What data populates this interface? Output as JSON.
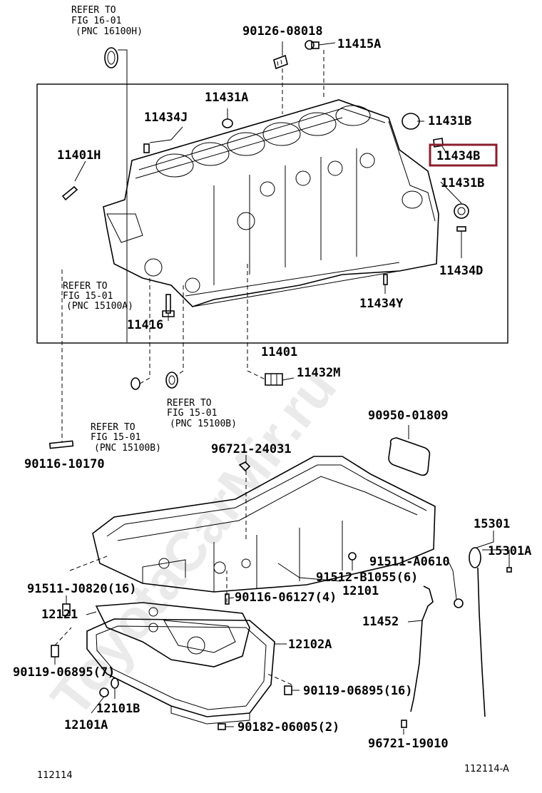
{
  "watermark": "ToyotaCarMir.ru",
  "highlight_color": "#8b1e2d",
  "figure_code_left": "112114",
  "figure_code_right": "112114-A",
  "labels": {
    "refer_16_01": [
      "REFER TO",
      "FIG 16-01",
      "(PNC 16100H)"
    ],
    "p90126_08018": "90126-08018",
    "p11415A": "11415A",
    "p11431A": "11431A",
    "p11431B_top": "11431B",
    "p11434J": "11434J",
    "p11434B": "11434B",
    "p11401H": "11401H",
    "p11431B_mid": "11431B",
    "p11434D": "11434D",
    "refer_15_01_a": [
      "REFER TO",
      "FIG 15-01",
      "(PNC 15100A)"
    ],
    "p11416": "11416",
    "p11434Y": "11434Y",
    "p11401": "11401",
    "p11432M": "11432M",
    "refer_15_01_b": [
      "REFER TO",
      "FIG 15-01",
      "(PNC 15100B)"
    ],
    "refer_15_01_c": [
      "REFER TO",
      "FIG 15-01",
      "(PNC 15100B)"
    ],
    "p90950_01809": "90950-01809",
    "p96721_24031": "96721-24031",
    "p90116_10170": "90116-10170",
    "p15301": "15301",
    "p15301A": "15301A",
    "p91511_A0610": "91511-A0610",
    "p91512_B1055": "91512-B1055(6)",
    "p91511_J0820": "91511-J0820(16)",
    "p12101": "12101",
    "p90116_06127": "90116-06127(4)",
    "p12121": "12121",
    "p11452": "11452",
    "p12102A": "12102A",
    "p90119_06895_7": "90119-06895(7)",
    "p90119_06895_16": "90119-06895(16)",
    "p12101B": "12101B",
    "p12101A": "12101A",
    "p90182_06005": "90182-06005(2)",
    "p96721_19010": "96721-19010"
  }
}
